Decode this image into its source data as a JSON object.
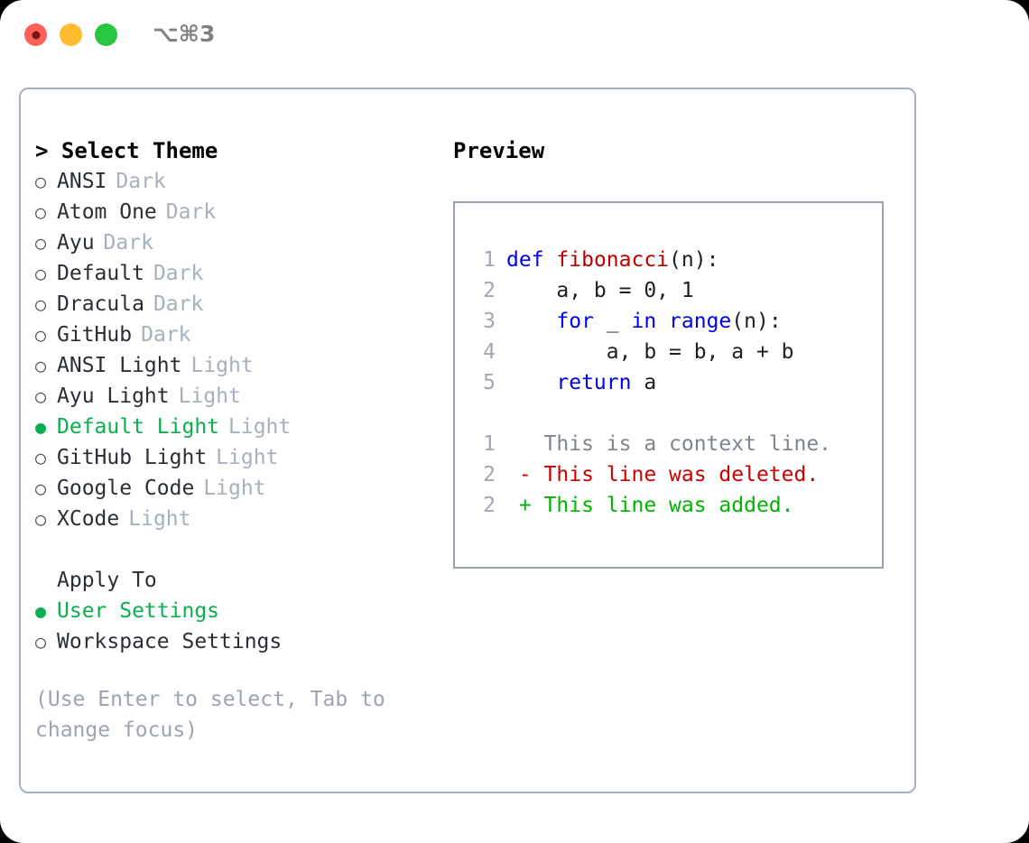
{
  "titlebar": {
    "shortcut": "⌥⌘3",
    "lights": [
      {
        "name": "close",
        "color": "#ff6159"
      },
      {
        "name": "minimize",
        "color": "#febc2e"
      },
      {
        "name": "maximize",
        "color": "#27c840"
      }
    ]
  },
  "left": {
    "header": "> Select Theme",
    "themes": [
      {
        "bullet": "○",
        "name": "ANSI",
        "tag": "Dark",
        "selected": false
      },
      {
        "bullet": "○",
        "name": "Atom One",
        "tag": "Dark",
        "selected": false
      },
      {
        "bullet": "○",
        "name": "Ayu",
        "tag": "Dark",
        "selected": false
      },
      {
        "bullet": "○",
        "name": "Default",
        "tag": "Dark",
        "selected": false
      },
      {
        "bullet": "○",
        "name": "Dracula",
        "tag": "Dark",
        "selected": false
      },
      {
        "bullet": "○",
        "name": "GitHub",
        "tag": "Dark",
        "selected": false
      },
      {
        "bullet": "○",
        "name": "ANSI Light",
        "tag": "Light",
        "selected": false
      },
      {
        "bullet": "○",
        "name": "Ayu Light",
        "tag": "Light",
        "selected": false
      },
      {
        "bullet": "●",
        "name": "Default Light",
        "tag": "Light",
        "selected": true
      },
      {
        "bullet": "○",
        "name": "GitHub Light",
        "tag": "Light",
        "selected": false
      },
      {
        "bullet": "○",
        "name": "Google Code",
        "tag": "Light",
        "selected": false
      },
      {
        "bullet": "○",
        "name": "XCode",
        "tag": "Light",
        "selected": false
      }
    ],
    "apply_to": {
      "header": "Apply To",
      "options": [
        {
          "bullet": "●",
          "name": "User Settings",
          "selected": true
        },
        {
          "bullet": "○",
          "name": "Workspace Settings",
          "selected": false
        }
      ]
    },
    "hint": "(Use Enter to select, Tab to change focus)"
  },
  "right": {
    "header": "Preview",
    "code_lines": [
      {
        "no": "1",
        "tokens": [
          {
            "t": "def",
            "c": "kw"
          },
          {
            "t": " ",
            "c": "plain"
          },
          {
            "t": "fibonacci",
            "c": "fn"
          },
          {
            "t": "(n):",
            "c": "plain"
          }
        ]
      },
      {
        "no": "2",
        "tokens": [
          {
            "t": "    a, b = 0, 1",
            "c": "plain"
          }
        ]
      },
      {
        "no": "3",
        "tokens": [
          {
            "t": "    ",
            "c": "plain"
          },
          {
            "t": "for",
            "c": "kw"
          },
          {
            "t": " _ ",
            "c": "plain"
          },
          {
            "t": "in",
            "c": "kw"
          },
          {
            "t": " ",
            "c": "plain"
          },
          {
            "t": "range",
            "c": "kw"
          },
          {
            "t": "(n):",
            "c": "plain"
          }
        ]
      },
      {
        "no": "4",
        "tokens": [
          {
            "t": "        a, b = b, a + b",
            "c": "plain"
          }
        ]
      },
      {
        "no": "5",
        "tokens": [
          {
            "t": "    ",
            "c": "plain"
          },
          {
            "t": "return",
            "c": "kw"
          },
          {
            "t": " a",
            "c": "plain"
          }
        ]
      }
    ],
    "diff_lines": [
      {
        "no": "1",
        "marker": " ",
        "text": "This is a context line.",
        "kind": "ctx"
      },
      {
        "no": "2",
        "marker": "-",
        "text": "This line was deleted.",
        "kind": "del"
      },
      {
        "no": "2",
        "marker": "+",
        "text": "This line was added.",
        "kind": "add"
      }
    ]
  },
  "colors": {
    "accent_green": "#0ab050",
    "muted": "#a8b0bc",
    "border": "#a7b1bf",
    "preview_border": "#96a2b4",
    "keyword_blue": "#0000ee",
    "function_red": "#bb0000",
    "diff_add": "#00b400",
    "diff_del": "#cc0000"
  }
}
